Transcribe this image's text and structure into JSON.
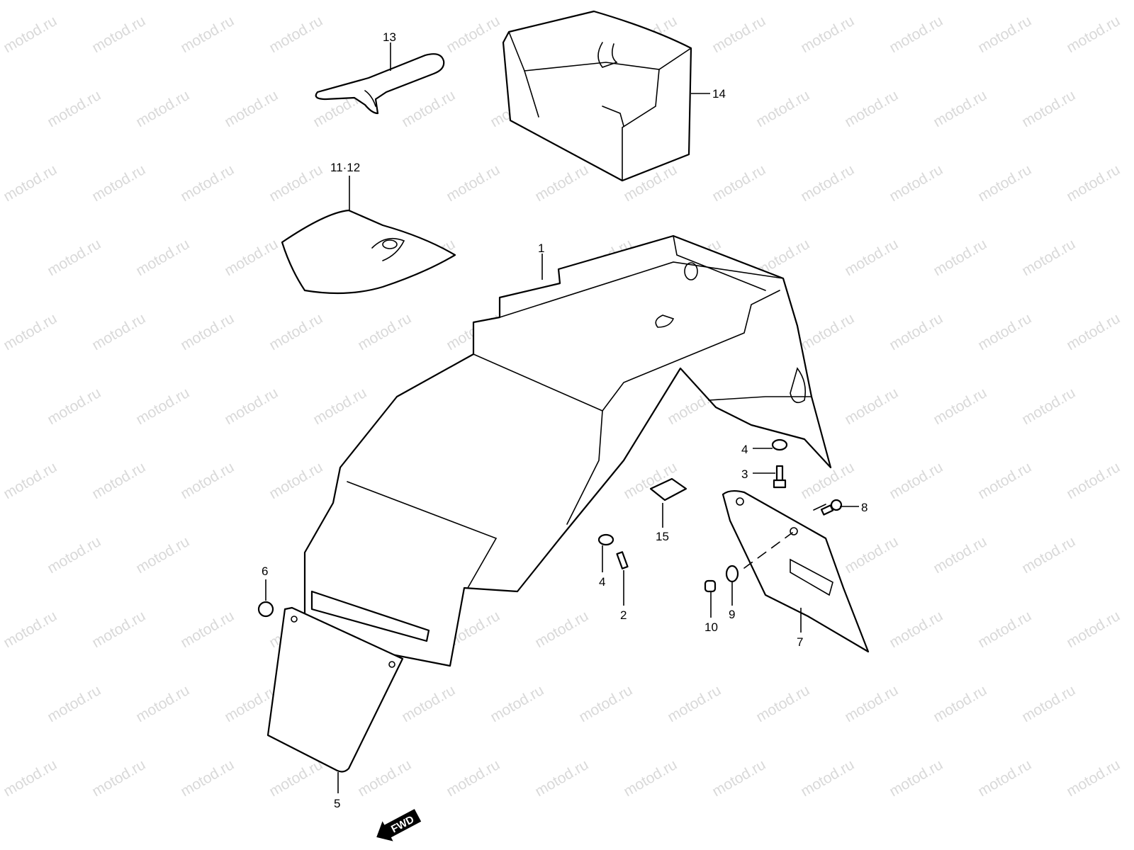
{
  "watermark": "motod.ru",
  "callouts": [
    {
      "id": "13",
      "text": "13"
    },
    {
      "id": "14",
      "text": "14"
    },
    {
      "id": "11-12",
      "text": "11·12"
    },
    {
      "id": "1",
      "text": "1"
    },
    {
      "id": "4a",
      "text": "4"
    },
    {
      "id": "3",
      "text": "3"
    },
    {
      "id": "8",
      "text": "8"
    },
    {
      "id": "15",
      "text": "15"
    },
    {
      "id": "4b",
      "text": "4"
    },
    {
      "id": "2",
      "text": "2"
    },
    {
      "id": "6",
      "text": "6"
    },
    {
      "id": "9",
      "text": "9"
    },
    {
      "id": "10",
      "text": "10"
    },
    {
      "id": "7",
      "text": "7"
    },
    {
      "id": "5",
      "text": "5"
    }
  ],
  "fwd_label": "FWD"
}
